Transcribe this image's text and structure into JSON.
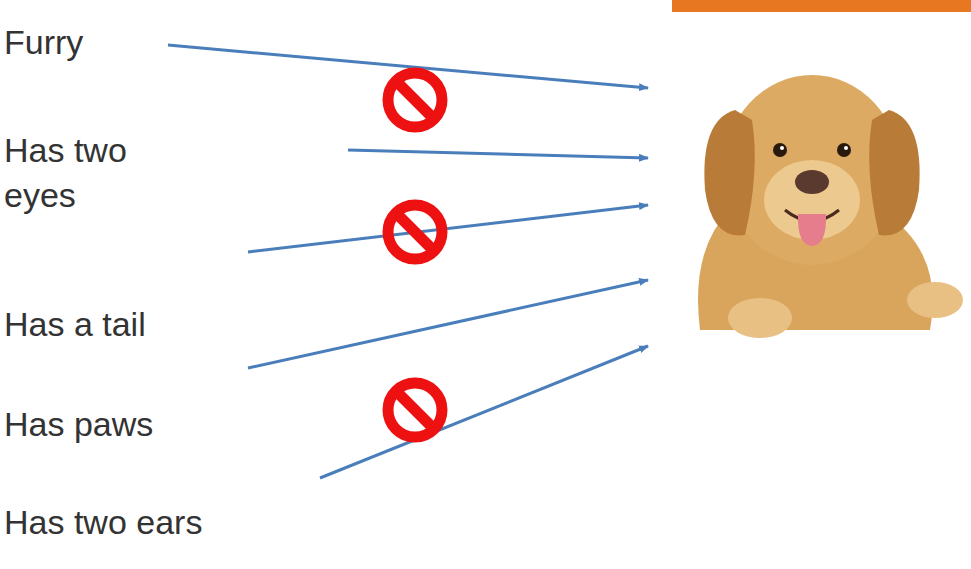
{
  "diagram": {
    "labels": [
      "Furry",
      "Has two eyes",
      "Has a tail",
      "Has paws",
      "Has two ears"
    ]
  }
}
